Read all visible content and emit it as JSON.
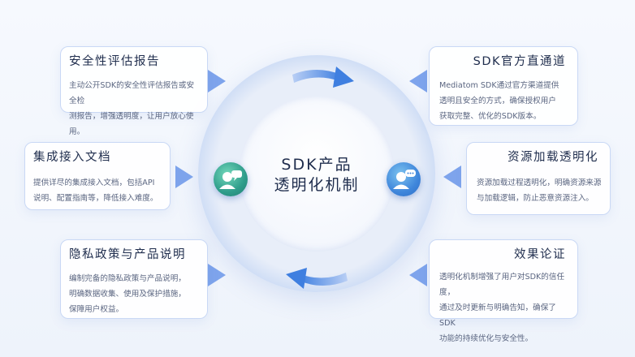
{
  "center": {
    "line1": "SDK产品",
    "line2": "透明化机制"
  },
  "cards": [
    {
      "id": "security",
      "title": "安全性评估报告",
      "lines": [
        "主动公开SDK的安全性评估报告或安全检",
        "测报告，增强透明度，让用户放心使用。"
      ]
    },
    {
      "id": "integration",
      "title": "集成接入文档",
      "lines": [
        "提供详尽的集成接入文档，包括API",
        "说明、配置指南等，降低接入难度。"
      ]
    },
    {
      "id": "privacy",
      "title": "隐私政策与产品说明",
      "lines": [
        "编制完备的隐私政策与产品说明，",
        "明确数据收集、使用及保护措施，",
        "保障用户权益。"
      ]
    },
    {
      "id": "channel",
      "title": "SDK官方直通道",
      "lines": [
        "Mediatom SDK通过官方渠道提供",
        "透明且安全的方式，确保授权用户",
        "获取完整、优化的SDK版本。"
      ]
    },
    {
      "id": "resource",
      "title": "资源加载透明化",
      "lines": [
        "资源加载过程透明化，明确资源来源",
        "与加载逻辑，防止恶意资源注入。"
      ]
    },
    {
      "id": "effect",
      "title": "效果论证",
      "lines": [
        "透明化机制增强了用户对SDK的信任度，",
        "通过及时更新与明确告知，确保了SDK",
        "功能的持续优化与安全性。"
      ]
    }
  ],
  "icons": {
    "left_avatar": "user-chat-icon",
    "right_avatar": "user-message-icon",
    "arrows": "cycle-arrow-icon",
    "pointers": "triangle-pointer-icon"
  },
  "colors": {
    "accent": "#3f86db",
    "green": "#2e9c8a",
    "card_border": "#c9d8f5",
    "pointer": "#7ea4ec",
    "title": "#1f2d4d",
    "text": "#5a6580"
  }
}
